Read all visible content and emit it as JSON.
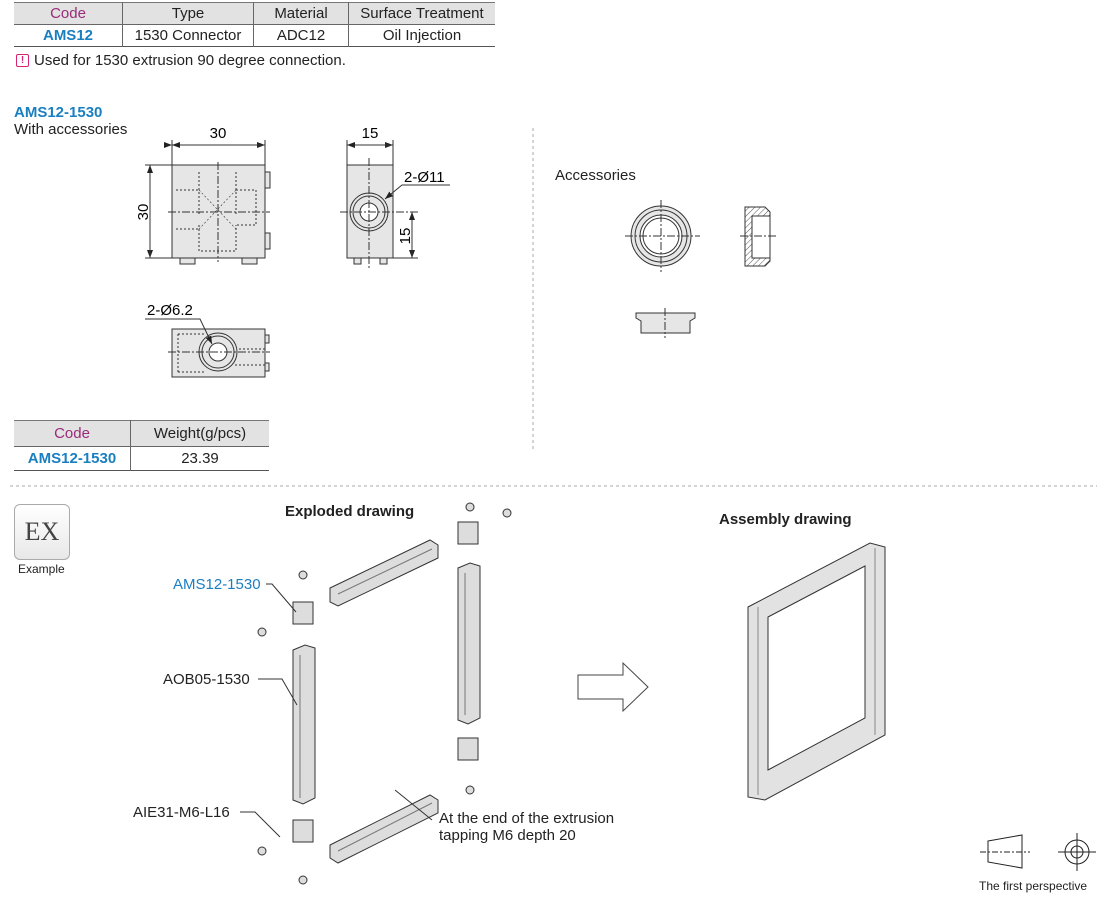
{
  "spec_table": {
    "headers": [
      "Code",
      "Type",
      "Material",
      "Surface Treatment"
    ],
    "row": [
      "AMS12",
      "1530 Connector",
      "ADC12",
      "Oil Injection"
    ]
  },
  "note": "Used for 1530 extrusion 90 degree connection.",
  "product": {
    "code": "AMS12-1530",
    "subtitle": "With accessories",
    "dims": {
      "width": "30",
      "height": "30",
      "depth": "15",
      "center": "15",
      "hole_large": "2-Ø11",
      "hole_small": "2-Ø6.2"
    }
  },
  "accessories_label": "Accessories",
  "weight_table": {
    "headers": [
      "Code",
      "Weight(g/pcs)"
    ],
    "row": [
      "AMS12-1530",
      "23.39"
    ]
  },
  "example": {
    "icon_text": "EX",
    "label": "Example",
    "exploded_title": "Exploded drawing",
    "assembly_title": "Assembly drawing",
    "callouts": {
      "connector": "AMS12-1530",
      "profile": "AOB05-1530",
      "screw": "AIE31-M6-L16",
      "tapping_line1": "At the end of the extrusion",
      "tapping_line2": "tapping M6 depth 20"
    }
  },
  "projection_label": "The first perspective"
}
